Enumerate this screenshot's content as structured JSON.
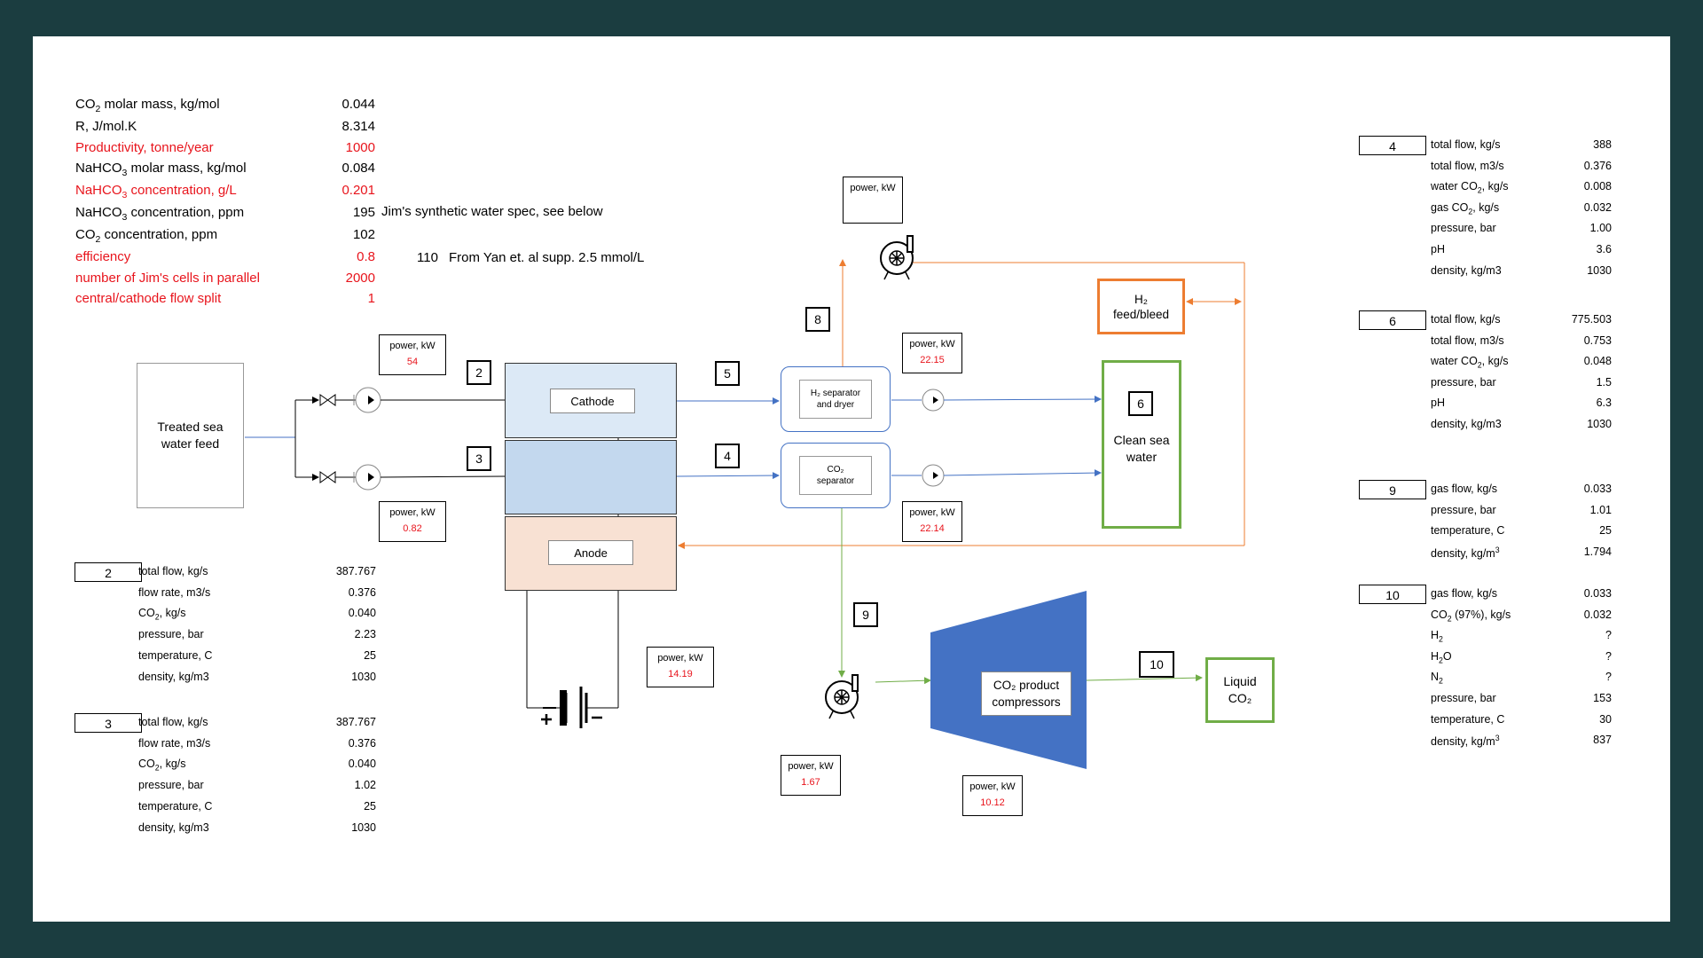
{
  "parameters": [
    {
      "label_html": "CO<sub>2</sub> molar mass, kg/mol",
      "value": "0.044",
      "red": false
    },
    {
      "label_html": "R, J/mol.K",
      "value": "8.314",
      "red": false
    },
    {
      "label_html": "Productivity, tonne/year",
      "value": "1000",
      "red": true
    },
    {
      "label_html": "NaHCO<sub>3</sub> molar mass, kg/mol",
      "value": "0.084",
      "red": false
    },
    {
      "label_html": "NaHCO<sub>3</sub> concentration, g/L",
      "value": "0.201",
      "red": true
    },
    {
      "label_html": "NaHCO<sub>3</sub> concentration, ppm",
      "value": "195",
      "red": false
    },
    {
      "label_html": "CO<sub>2</sub> concentration, ppm",
      "value": "102",
      "red": false
    },
    {
      "label_html": "efficiency",
      "value": "0.8",
      "red": true
    },
    {
      "label_html": "number of Jim's cells in parallel",
      "value": "2000",
      "red": true
    },
    {
      "label_html": "central/cathode flow split",
      "value": "1",
      "red": true
    }
  ],
  "notes": {
    "nahco3_note": "Jim's synthetic water spec, see below",
    "co2_value": "110",
    "co2_note": "From Yan et. al supp. 2.5 mmol/L"
  },
  "blocks": {
    "feed": "Treated sea water feed",
    "cathode": "Cathode",
    "anode": "Anode",
    "h2_separator": "H₂ separator and dryer",
    "co2_separator": "CO₂ separator",
    "h2_feed": "H₂ feed/bleed",
    "clean_water": "Clean sea water",
    "compressor": "CO₂ product compressors",
    "liquid_co2": "Liquid CO₂"
  },
  "stream_numbers": {
    "s2": "2",
    "s3": "3",
    "s4": "4",
    "s5": "5",
    "s6": "6",
    "s8": "8",
    "s9": "9",
    "s10": "10"
  },
  "power_boxes": {
    "label": "power, kW",
    "pump2": "54",
    "pump3": "0.82",
    "blower8": "",
    "pump_h2": "22.15",
    "pump_co2": "22.14",
    "cell": "14.19",
    "blower9": "1.67",
    "compressor": "10.12"
  },
  "left_tables": [
    {
      "id": "2",
      "rows": [
        {
          "label_html": "total flow, kg/s",
          "value": "387.767"
        },
        {
          "label_html": "flow rate, m3/s",
          "value": "0.376"
        },
        {
          "label_html": "CO<sub>2</sub>, kg/s",
          "value": "0.040"
        },
        {
          "label_html": "pressure, bar",
          "value": "2.23"
        },
        {
          "label_html": "temperature, C",
          "value": "25"
        },
        {
          "label_html": "density, kg/m3",
          "value": "1030"
        }
      ]
    },
    {
      "id": "3",
      "rows": [
        {
          "label_html": "total flow, kg/s",
          "value": "387.767"
        },
        {
          "label_html": "flow rate, m3/s",
          "value": "0.376"
        },
        {
          "label_html": "CO<sub>2</sub>, kg/s",
          "value": "0.040"
        },
        {
          "label_html": "pressure, bar",
          "value": "1.02"
        },
        {
          "label_html": "temperature, C",
          "value": "25"
        },
        {
          "label_html": "density, kg/m3",
          "value": "1030"
        }
      ]
    }
  ],
  "right_tables": [
    {
      "id": "4",
      "rows": [
        {
          "label_html": "total flow, kg/s",
          "value": "388"
        },
        {
          "label_html": "total flow, m3/s",
          "value": "0.376"
        },
        {
          "label_html": "water CO<sub>2</sub>, kg/s",
          "value": "0.008"
        },
        {
          "label_html": "gas CO<sub>2</sub>, kg/s",
          "value": "0.032"
        },
        {
          "label_html": "pressure, bar",
          "value": "1.00"
        },
        {
          "label_html": "pH",
          "value": "3.6"
        },
        {
          "label_html": "density, kg/m3",
          "value": "1030"
        }
      ]
    },
    {
      "id": "6",
      "rows": [
        {
          "label_html": "total flow, kg/s",
          "value": "775.503"
        },
        {
          "label_html": "total flow, m3/s",
          "value": "0.753"
        },
        {
          "label_html": "water CO<sub>2</sub>, kg/s",
          "value": "0.048"
        },
        {
          "label_html": "pressure, bar",
          "value": "1.5"
        },
        {
          "label_html": "pH",
          "value": "6.3"
        },
        {
          "label_html": "density, kg/m3",
          "value": "1030"
        }
      ]
    },
    {
      "id": "9",
      "rows": [
        {
          "label_html": "gas flow, kg/s",
          "value": "0.033"
        },
        {
          "label_html": "pressure, bar",
          "value": "1.01"
        },
        {
          "label_html": "temperature, C",
          "value": "25"
        },
        {
          "label_html": "density, kg/m<sup>3</sup>",
          "value": "1.794"
        }
      ]
    },
    {
      "id": "10",
      "rows": [
        {
          "label_html": "gas flow, kg/s",
          "value": "0.033"
        },
        {
          "label_html": "CO<sub>2</sub> (97%), kg/s",
          "value": "0.032"
        },
        {
          "label_html": "H<sub>2</sub>",
          "value": "?"
        },
        {
          "label_html": "H<sub>2</sub>O",
          "value": "?"
        },
        {
          "label_html": "N<sub>2</sub>",
          "value": "?"
        },
        {
          "label_html": "pressure, bar",
          "value": "153"
        },
        {
          "label_html": "temperature, C",
          "value": "30"
        },
        {
          "label_html": "density, kg/m<sup>3</sup>",
          "value": "837"
        }
      ]
    }
  ],
  "colors": {
    "background": "#1b3d40",
    "red_text": "#e8141c",
    "blue_line": "#4472c4",
    "orange_line": "#ed7d31",
    "green_line": "#70ad47",
    "cathode_fill": "#dce9f6",
    "central_fill": "#c3d8ee",
    "anode_fill": "#f8e1d3",
    "compressor_fill": "#4472c4"
  }
}
